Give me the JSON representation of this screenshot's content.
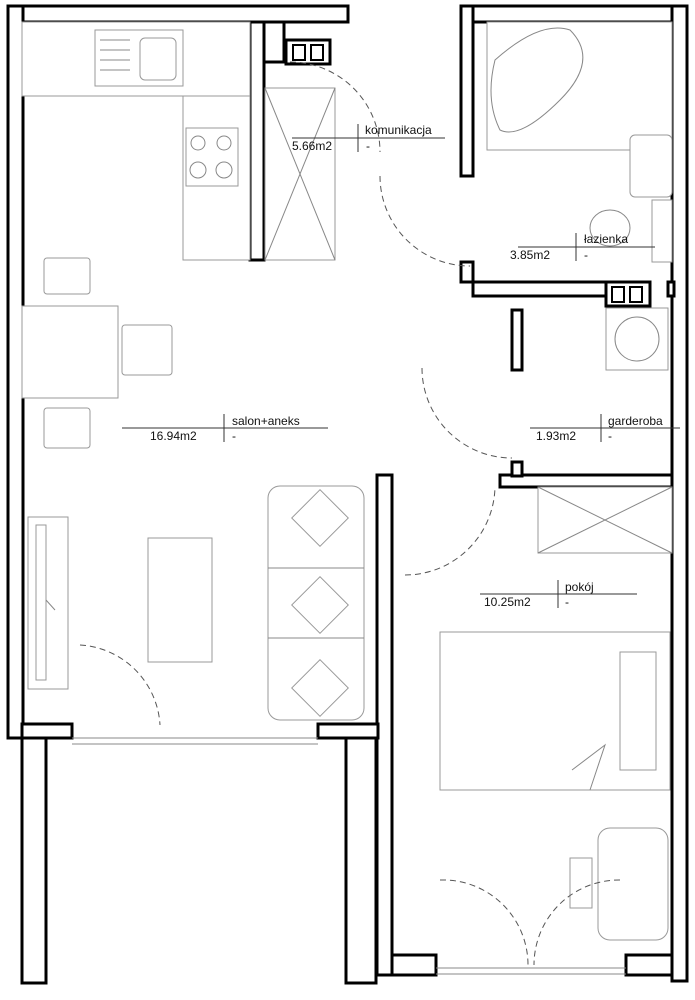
{
  "rooms": [
    {
      "name": "komunikacja",
      "area": "5.66m2",
      "note": "-"
    },
    {
      "name": "łazienka",
      "area": "3.85m2",
      "note": "-"
    },
    {
      "name": "salon+aneks",
      "area": "16.94m2",
      "note": "-"
    },
    {
      "name": "garderoba",
      "area": "1.93m2",
      "note": "-"
    },
    {
      "name": "pokój",
      "area": "10.25m2",
      "note": "-"
    }
  ]
}
